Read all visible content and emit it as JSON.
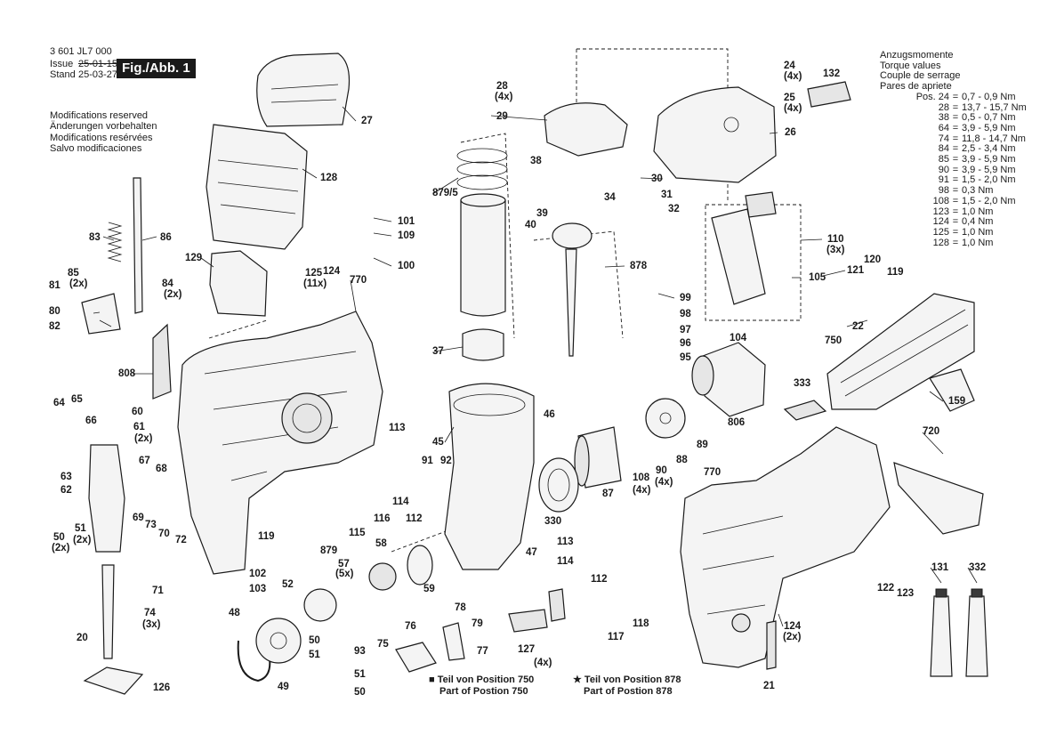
{
  "header": {
    "doc_number": "3 601 JL7 000",
    "issue_label": "Issue",
    "issue_date": "25-01-15",
    "stand_label": "Stand",
    "stand_date": "25-03-27",
    "figure_label": "Fig./Abb. 1"
  },
  "modifications": [
    "Modifications reserved",
    "Änderungen vorbehalten",
    "Modifications resérvées",
    "Salvo modificaciones"
  ],
  "torque": {
    "titles": [
      "Anzugsmomente",
      "Torque values",
      "Couple de serrage",
      "Pares de apriete"
    ],
    "pos_label": "Pos.",
    "rows": [
      {
        "pos": "24",
        "val": "0,7 - 0,9 Nm"
      },
      {
        "pos": "28",
        "val": "13,7 - 15,7 Nm"
      },
      {
        "pos": "38",
        "val": "0,5 - 0,7 Nm"
      },
      {
        "pos": "64",
        "val": "3,9 - 5,9 Nm"
      },
      {
        "pos": "74",
        "val": "11,8 - 14,7 Nm"
      },
      {
        "pos": "84",
        "val": "2,5 - 3,4 Nm"
      },
      {
        "pos": "85",
        "val": "3,9 - 5,9 Nm"
      },
      {
        "pos": "90",
        "val": "3,9 - 5,9 Nm"
      },
      {
        "pos": "91",
        "val": "1,5 - 2,0 Nm"
      },
      {
        "pos": "98",
        "val": "0,3 Nm"
      },
      {
        "pos": "108",
        "val": "1,5 - 2,0 Nm"
      },
      {
        "pos": "123",
        "val": "1,0 Nm"
      },
      {
        "pos": "124",
        "val": "0,4 Nm"
      },
      {
        "pos": "125",
        "val": "1,0 Nm"
      },
      {
        "pos": "128",
        "val": "1,0 Nm"
      }
    ]
  },
  "legend": {
    "square_de": "Teil von Position 750",
    "square_en": "Part of Postion 750",
    "star_de": "Teil von Position 878",
    "star_en": "Part of Postion 878"
  },
  "parts": [
    "27",
    "128",
    "129",
    "83",
    "86",
    "85",
    "(2x)",
    "81",
    "84",
    "(2x)",
    "80",
    "82",
    "101",
    "109",
    "100",
    "125",
    "(11x)",
    "124",
    "770",
    "808",
    "64",
    "65",
    "60",
    "61",
    "(2x)",
    "66",
    "63",
    "67",
    "68",
    "62",
    "50",
    "(2x)",
    "51",
    "(2x)",
    "69",
    "73",
    "70",
    "72",
    "71",
    "74",
    "(3x)",
    "20",
    "126",
    "119",
    "102",
    "103",
    "48",
    "49",
    "52",
    "879",
    "57",
    "(5x)",
    "58",
    "59",
    "50",
    "51",
    "93",
    "51",
    "50",
    "75",
    "76",
    "78",
    "79",
    "77",
    "28",
    "(4x)",
    "29",
    "38",
    "39",
    "40",
    "34",
    "30",
    "31",
    "32",
    "879/5",
    "37",
    "878",
    "45",
    "46",
    "113",
    "116",
    "115",
    "114",
    "112",
    "91",
    "92",
    "47",
    "330",
    "87",
    "113",
    "114",
    "112",
    "117",
    "118",
    "127",
    "(4x)",
    "24",
    "(4x)",
    "25",
    "(4x)",
    "26",
    "132",
    "110",
    "(3x)",
    "105",
    "99",
    "98",
    "97",
    "96",
    "95",
    "104",
    "89",
    "88",
    "90",
    "(4x)",
    "108",
    "(4x)",
    "806",
    "333",
    "750",
    "159",
    "121",
    "120",
    "119",
    "22",
    "720",
    "770",
    "122",
    "123",
    "124",
    "(2x)",
    "21",
    "131",
    "332"
  ]
}
